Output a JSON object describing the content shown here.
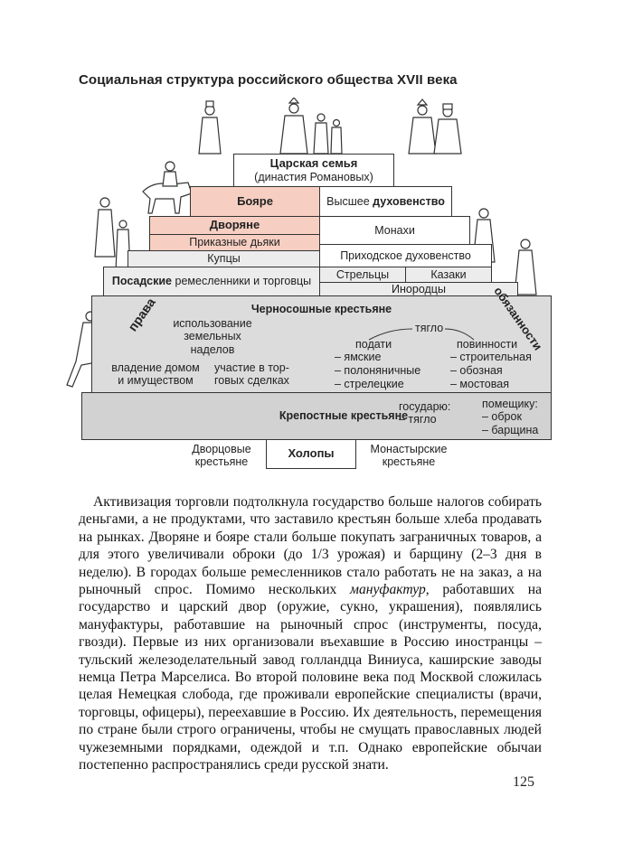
{
  "title": "Социальная структура российского общества XVII века",
  "pyramid": {
    "royal_family": {
      "line1": "Царская семья",
      "line2": "(династия Романовых)"
    },
    "boyars": "Бояре",
    "higher_clergy_prefix": "Высшее ",
    "higher_clergy_bold": "духовенство",
    "nobles": "Дворяне",
    "monks": "Монахи",
    "clerks": "Приказные дьяки",
    "merchants": "Купцы",
    "parish_clergy": "Приходское духовенство",
    "townspeople_bold": "Посадские",
    "townspeople_rest": " ремесленники и торговцы",
    "streltsy": "Стрельцы",
    "cossacks": "Казаки",
    "foreigners": "Инородцы",
    "black_peasants": "Черносошные крестьяне",
    "rights_label": "права",
    "duties_label": "обязанности",
    "rights": {
      "land_use": "использование\nземельных\nнаделов",
      "house": "владение домом\nи имуществом",
      "trade": "участие в тор-\nговых сделках"
    },
    "tyaglo": "тягло",
    "podati": {
      "title": "подати",
      "items": [
        "– ямские",
        "– полоняничные",
        "– стрелецкие"
      ]
    },
    "povinnosti": {
      "title": "повинности",
      "items": [
        "– строительная",
        "– обозная",
        "– мостовая"
      ]
    },
    "serfs": "Крепостные крестьяне",
    "serfs_state": "государю:\n– тягло",
    "serfs_landlord": "помещику:\n– оброк\n– барщина",
    "palace_peasants": "Дворцовые\nкрестьяне",
    "kholopy": "Холопы",
    "monastery_peasants": "Монастырские\nкрестьяне"
  },
  "paragraph": {
    "p1": "Активизация торговли подтолкнула государство больше налогов собирать деньгами, а не продуктами, что заставило крестьян больше хлеба продавать на рынках. Дворяне и бояре стали больше покупать заграничных товаров, а для этого увеличивали оброки (до 1/3 урожая) и барщину (2–3 дня в неделю). В городах больше ремесленников стало работать не на заказ, а на рыночный спрос. Помимо нескольких ",
    "em": "мануфактур",
    "p2": ", работавших на государство и царский двор (оружие, сукно, украшения), появлялись мануфактуры, работавшие на рыночный спрос (инструменты, посуда, гвозди). Первые из них организовали въехавшие в Россию иностранцы – тульский железоделательный завод голландца Виниуса, каширские заводы немца Петра Марселиса. Во второй половине века под Москвой сложилась целая Немецкая слобода, где проживали европейские специалисты (врачи, торговцы, офицеры), переехавшие в Россию. Их деятельность, перемещения по стране были строго ограничены, чтобы не смущать православных людей чужеземными порядками, одеждой и т.п. Однако европейские обычаи постепенно распространялись среди русской знати."
  },
  "page_number": "125"
}
